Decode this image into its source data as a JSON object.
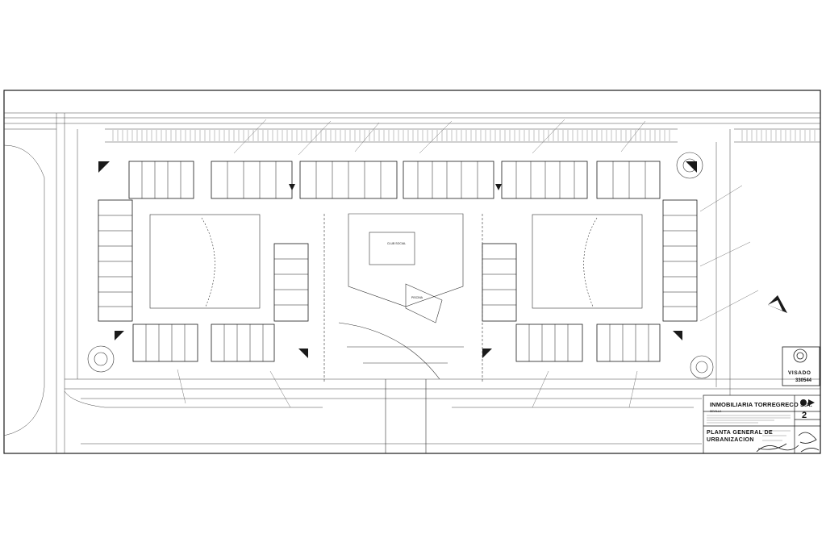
{
  "title_block": {
    "company": "INMOBILIARIA TORREGRECO S.A.",
    "city": "SEVILLA",
    "drawing_title_line1": "PLANTA GENERAL DE",
    "drawing_title_line2": "URBANIZACION",
    "sheet_number": "2"
  },
  "stamp": {
    "label": "VISADO",
    "number": "330544"
  },
  "plan_labels": {
    "pool": "PISCINA",
    "club": "CLUB SOCIAL"
  },
  "colors": {
    "ink": "#1a1a1a",
    "paper": "#ffffff"
  }
}
